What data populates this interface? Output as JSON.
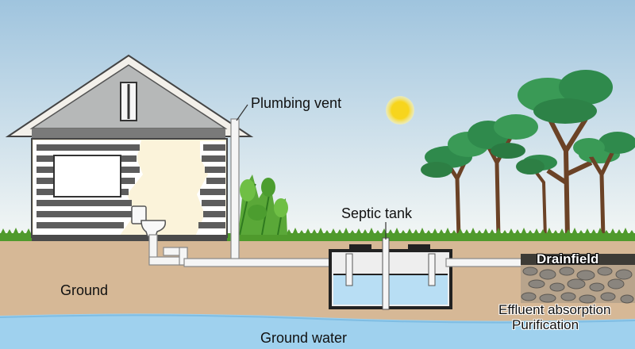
{
  "labels": {
    "plumbing_vent": "Plumbing vent",
    "septic_tank": "Septic tank",
    "ground": "Ground",
    "ground_water": "Ground water",
    "drainfield": "Drainfield",
    "effluent_absorption": "Effluent absorption",
    "purification": "Purification"
  },
  "icons": {
    "sun": "sun-icon",
    "house": "house-icon",
    "toilet": "toilet-icon",
    "tree": "tree-icon",
    "shrub": "shrub-icon"
  },
  "colors": {
    "sky_top": "#9fc4de",
    "sky_bottom": "#f4f7f5",
    "grass": "#4f9a2c",
    "soil": "#d6b896",
    "ground_water": "#9fd1ee",
    "house_wall": "#fbf3da",
    "roof_gray": "#b6b8b8",
    "siding": "#5d5d5d",
    "pipe": "#f5f5f5",
    "tank_water": "#b8def4",
    "drainfield": "#3d3b36",
    "gravel": "#85807a",
    "sun": "#f7d51d",
    "foliage": "#2e8a4a",
    "trunk": "#6b4226"
  }
}
